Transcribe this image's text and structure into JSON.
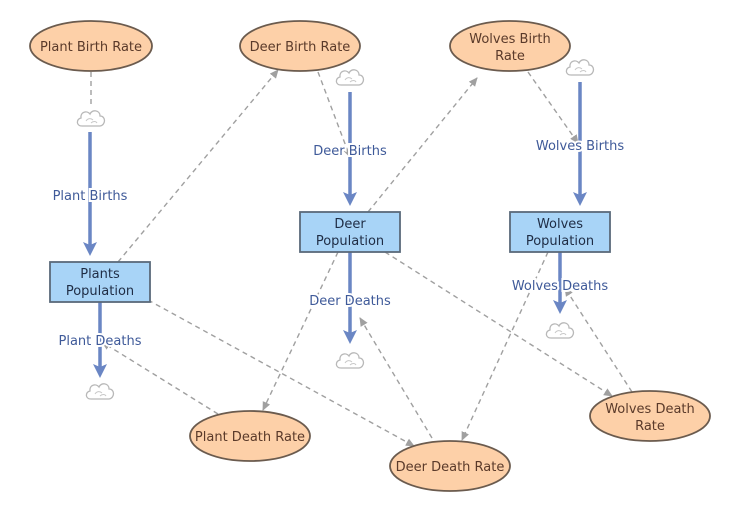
{
  "nodes": {
    "plant_birth_rate": "Plant Birth Rate",
    "deer_birth_rate": "Deer Birth Rate",
    "wolves_birth_rate": [
      "Wolves Birth",
      "Rate"
    ],
    "plants_population": [
      "Plants",
      "Population"
    ],
    "deer_population": [
      "Deer",
      "Population"
    ],
    "wolves_population": [
      "Wolves",
      "Population"
    ],
    "plant_death_rate": "Plant Death Rate",
    "deer_death_rate": "Deer Death Rate",
    "wolves_death_rate": [
      "Wolves Death",
      "Rate"
    ]
  },
  "flows": {
    "plant_births": "Plant Births",
    "plant_deaths": "Plant Deaths",
    "deer_births": "Deer Births",
    "deer_deaths": "Deer Deaths",
    "wolves_births": "Wolves Births",
    "wolves_deaths": "Wolves Deaths"
  },
  "colors": {
    "rate_fill": "#fdd0a8",
    "rate_stroke": "#6b5b4e",
    "stock_fill": "#a8d4f7",
    "stock_stroke": "#5a6a7a",
    "flow": "#6a86c4",
    "link": "#a0a0a0"
  },
  "icons": {
    "source_sink": "cloud-icon"
  }
}
